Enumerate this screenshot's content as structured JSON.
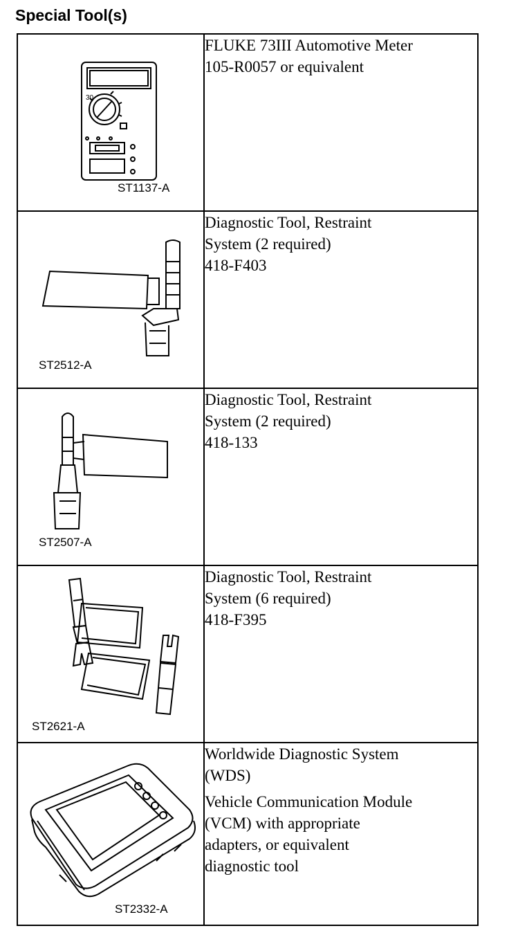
{
  "page": {
    "title": "Special Tool(s)"
  },
  "tools": [
    {
      "ref": "ST1137-A",
      "description": [
        "FLUKE 73III Automotive Meter",
        "105-R0057 or equivalent"
      ]
    },
    {
      "ref": "ST2512-A",
      "description": [
        "Diagnostic Tool, Restraint",
        "System (2 required)",
        "418-F403"
      ]
    },
    {
      "ref": "ST2507-A",
      "description": [
        "Diagnostic Tool, Restraint",
        "System (2 required)",
        "418-133"
      ]
    },
    {
      "ref": "ST2621-A",
      "description": [
        "Diagnostic Tool, Restraint",
        "System (6 required)",
        "418-F395"
      ]
    },
    {
      "ref": "ST2332-A",
      "description": [
        "Worldwide Diagnostic System",
        "(WDS)"
      ],
      "description2": [
        "Vehicle Communication Module",
        "(VCM) with appropriate",
        "adapters, or equivalent",
        "diagnostic tool"
      ]
    }
  ],
  "meter": {
    "dial_label": "30"
  }
}
